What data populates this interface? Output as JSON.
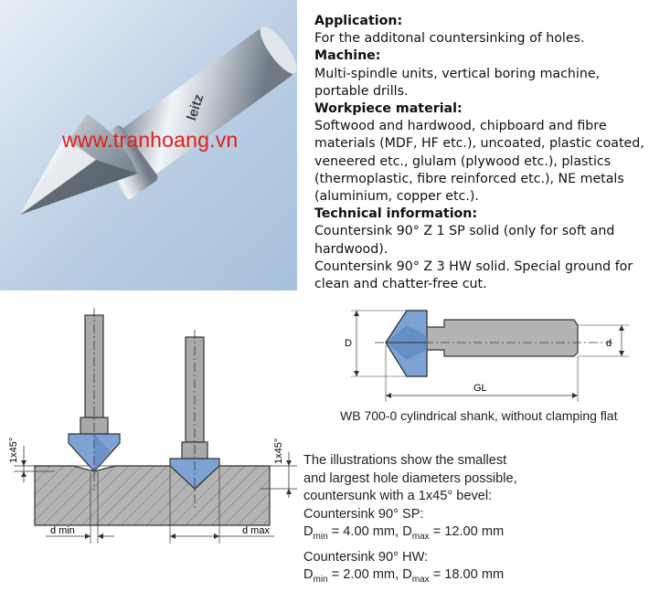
{
  "photo": {
    "watermark": "www.tranhoang.vn",
    "shank_logo": "leitz"
  },
  "info": {
    "application_heading": "Application:",
    "application_text": "For the additonal countersinking of holes.",
    "machine_heading": "Machine:",
    "machine_text": "Multi-spindle units, vertical boring machine, portable drills.",
    "workpiece_heading": "Workpiece material:",
    "workpiece_text": "Softwood and hardwood, chipboard and fibre materials (MDF, HF etc.), uncoated, plastic coated, veneered etc., glulam (plywood etc.), plastics (thermoplastic, fibre reinforced etc.), NE metals (aluminium, copper etc.).",
    "technical_heading": "Technical information:",
    "technical_text_1": "Countersink 90° Z 1 SP solid (only for soft and hardwood).",
    "technical_text_2": "Countersink 90° Z 3 HW solid. Special ground for clean and chatter-free cut."
  },
  "diagram_left": {
    "bevel_label_left": "1x45°",
    "bevel_label_right": "1x45°",
    "dmin_label": "d min",
    "dmax_label": "d max"
  },
  "diagram_right": {
    "D_label": "D",
    "d_label": "d",
    "GL_label": "GL"
  },
  "caption": "WB 700-0 cylindrical shank, without clamping flat",
  "illustration": {
    "line1": "The illustrations show the smallest",
    "line2": "and largest hole diameters possible,",
    "line3": "countersunk with a 1x45° bevel:",
    "sp_heading": "Countersink 90° SP:",
    "hw_heading": "Countersink 90° HW:",
    "D": "D",
    "min": "min",
    "max": "max",
    "sp_dmin_value": " = 4.00 mm, ",
    "sp_dmax_value": " = 12.00 mm",
    "hw_dmin_value": " = 2.00 mm, ",
    "hw_dmax_value": " = 18.00 mm"
  },
  "colors": {
    "blue_fill": "#7da3d4",
    "gray_fill": "#b4b4b4",
    "watermark": "#e0201b"
  }
}
